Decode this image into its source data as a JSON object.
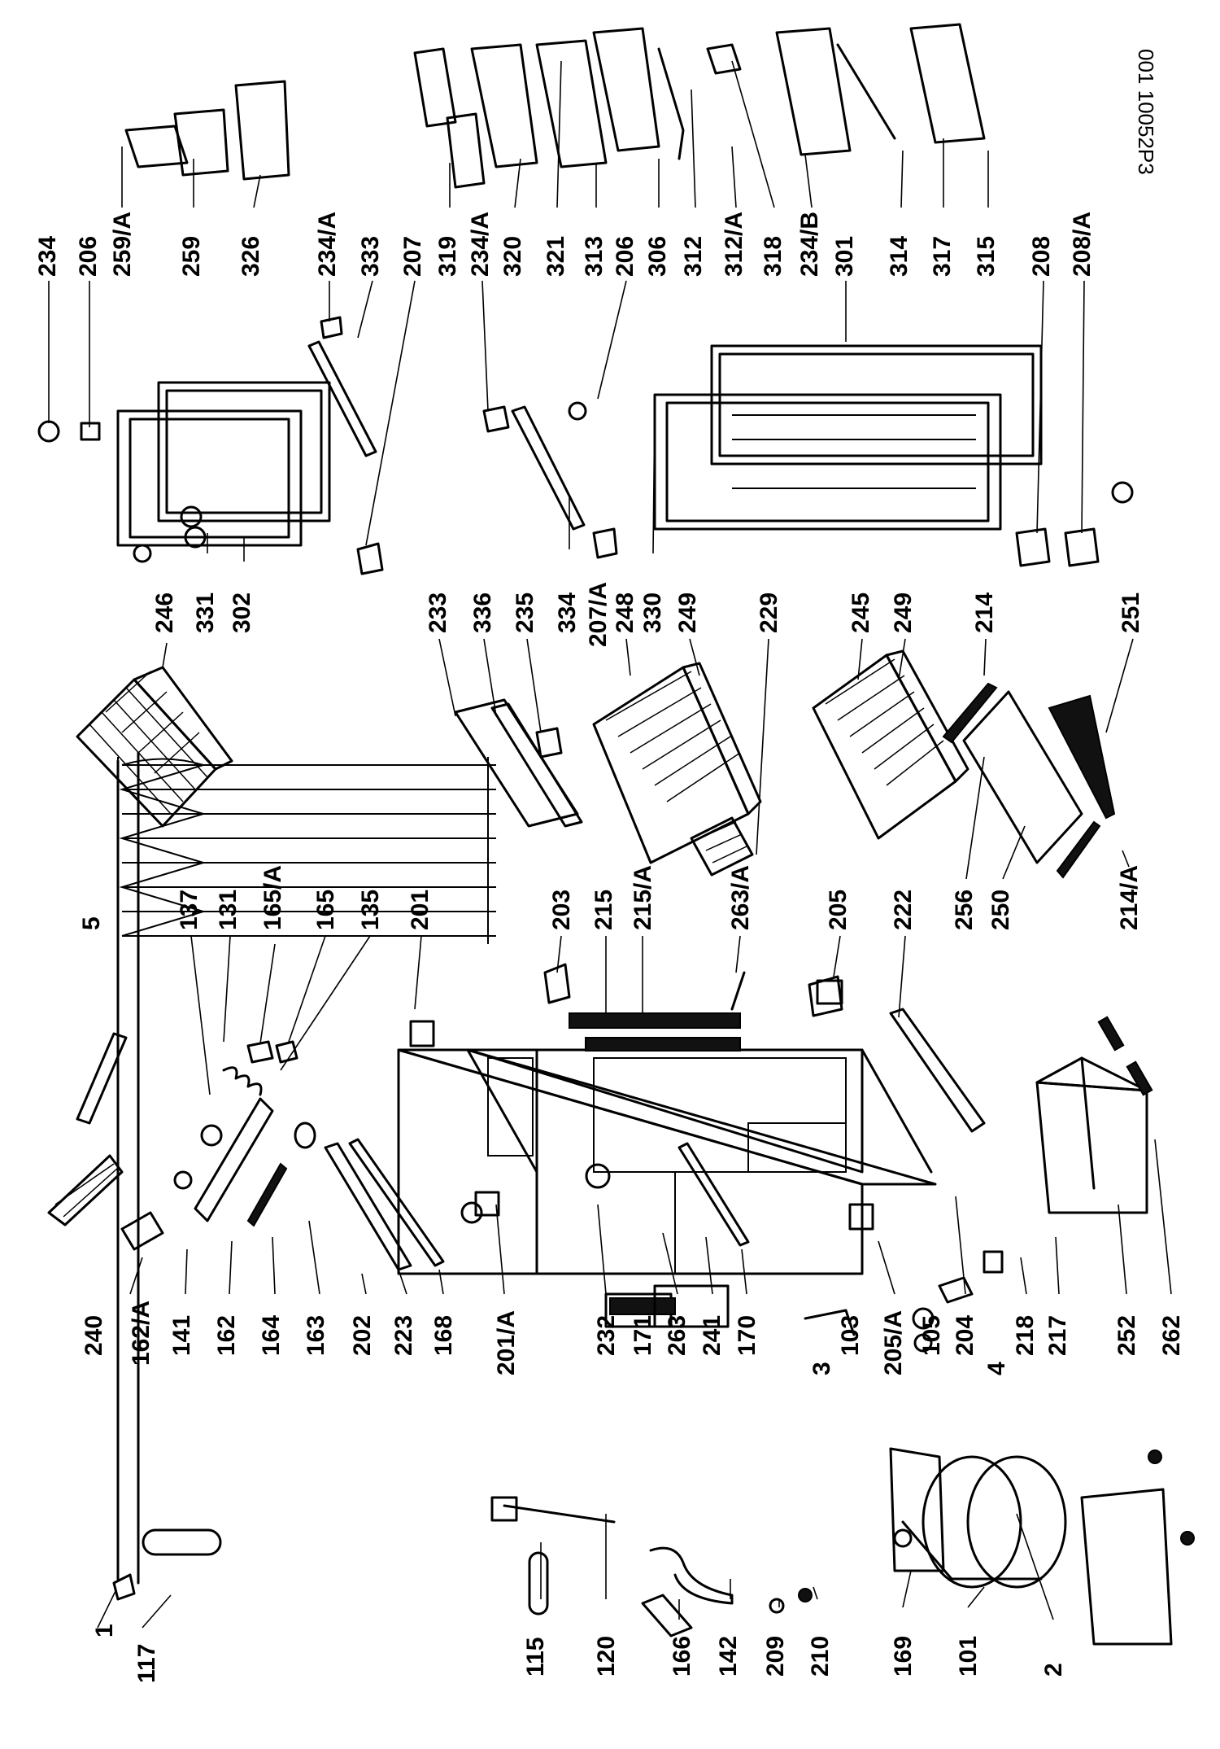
{
  "drawing_code": "001 10052P3",
  "labels": {
    "l1": "1",
    "l117": "117",
    "l115": "115",
    "l120": "120",
    "l166": "166",
    "l142": "142",
    "l209": "209",
    "l210": "210",
    "l169": "169",
    "l101": "101",
    "l2": "2",
    "l240": "240",
    "l162a": "162/A",
    "l141": "141",
    "l162": "162",
    "l164": "164",
    "l163": "163",
    "l202": "202",
    "l223": "223",
    "l168": "168",
    "l201a": "201/A",
    "l232": "232",
    "l171": "171",
    "l263": "263",
    "l241": "241",
    "l170": "170",
    "l3": "3",
    "l103": "103",
    "l205a": "205/A",
    "l105": "105",
    "l4": "4",
    "l204": "204",
    "l218": "218",
    "l217": "217",
    "l252": "252",
    "l262": "262",
    "l5": "5",
    "l137": "137",
    "l131": "131",
    "l165a": "165/A",
    "l165": "165",
    "l135": "135",
    "l201": "201",
    "l203": "203",
    "l215": "215",
    "l215a": "215/A",
    "l263a": "263/A",
    "l205": "205",
    "l222": "222",
    "l256": "256",
    "l250": "250",
    "l214a": "214/A",
    "l246": "246",
    "l331": "331",
    "l302": "302",
    "l233": "233",
    "l336": "336",
    "l235": "235",
    "l334": "334",
    "l207a": "207/A",
    "l248": "248",
    "l330": "330",
    "l249": "249",
    "l229": "229",
    "l245": "245",
    "l249b": "249",
    "l214": "214",
    "l251": "251",
    "l234": "234",
    "l206": "206",
    "l259a": "259/A",
    "l259": "259",
    "l326": "326",
    "l234a": "234/A",
    "l333": "333",
    "l207": "207",
    "l319": "319",
    "l234a2": "234/A",
    "l320": "320",
    "l321": "321",
    "l313": "313",
    "l206b": "206",
    "l306": "306",
    "l312": "312",
    "l312a": "312/A",
    "l318": "318",
    "l234b": "234/B",
    "l301": "301",
    "l314": "314",
    "l317": "317",
    "l315": "315",
    "l208": "208",
    "l208a": "208/A"
  }
}
